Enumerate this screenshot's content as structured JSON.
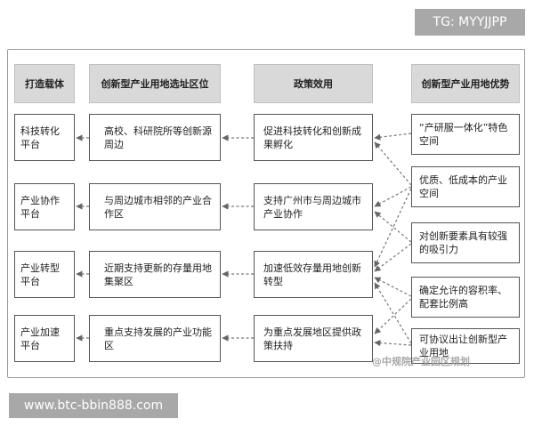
{
  "banner_top": "TG: MYYJJPP",
  "banner_bottom": "www.btc-bbin888.com",
  "watermark": "@中规院产业园区规划",
  "headers": {
    "carrier": "打造载体",
    "location": "创新型产业用地选址区位",
    "policy": "政策效用",
    "advantage": "创新型产业用地优势"
  },
  "carriers": [
    "科技转化平台",
    "产业协作平台",
    "产业转型平台",
    "产业加速平台"
  ],
  "locations": [
    "高校、科研院所等创新源周边",
    "与周边城市相邻的产业合作区",
    "近期支持更新的存量用地集聚区",
    "重点支持发展的产业功能区"
  ],
  "policies": [
    "促进科技转化和创新成果孵化",
    "支持广州市与周边城市产业协作",
    "加速低效存量用地创新转型",
    "为重点发展地区提供政策扶持"
  ],
  "advantages": [
    "“产研服一体化”特色空间",
    "优质、低成本的产业空间",
    "对创新要素具有较强的吸引力",
    "确定允许的容积率、配套比例高",
    "可协议出让创新型产业用地"
  ]
}
